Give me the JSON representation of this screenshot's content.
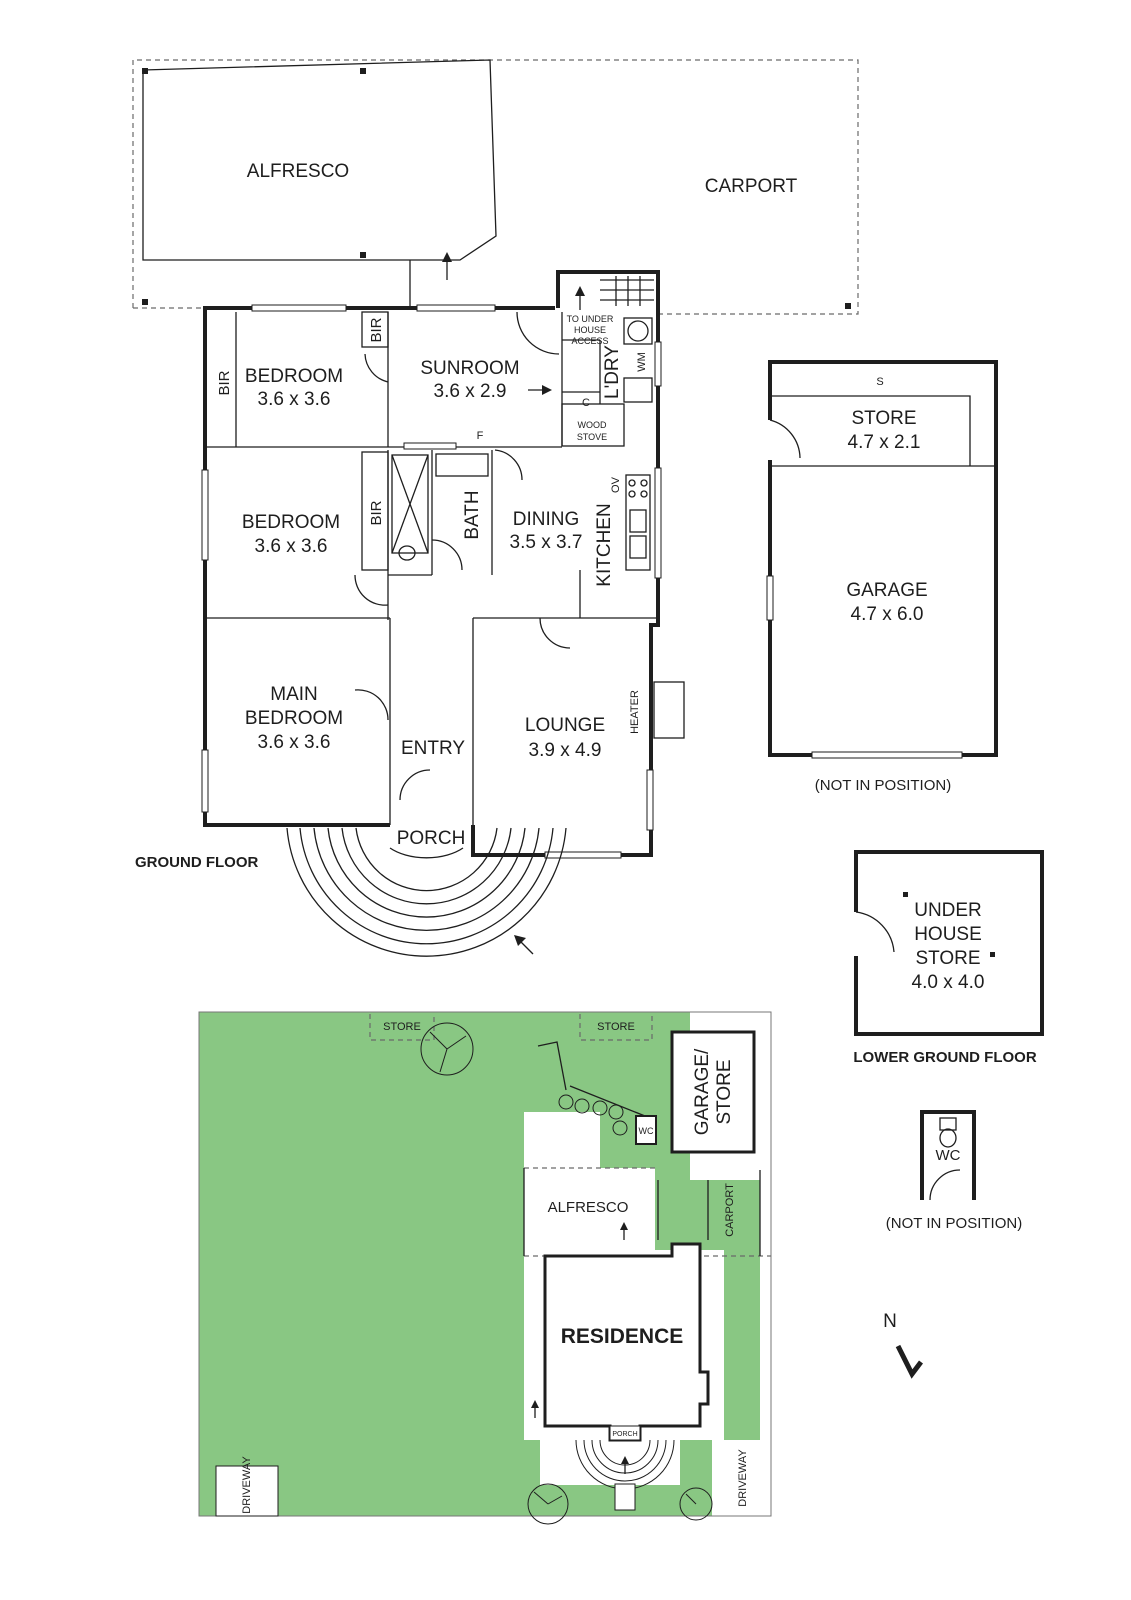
{
  "ground_floor": {
    "title": "GROUND FLOOR",
    "alfresco": "ALFRESCO",
    "carport": "CARPORT",
    "bedroom1": {
      "name": "BEDROOM",
      "size": "3.6 x 3.6"
    },
    "bedroom2": {
      "name": "BEDROOM",
      "size": "3.6 x 3.6"
    },
    "main_bedroom": {
      "line1": "MAIN",
      "line2": "BEDROOM",
      "size": "3.6 x 3.6"
    },
    "sunroom": {
      "name": "SUNROOM",
      "size": "3.6 x 2.9"
    },
    "dining": {
      "name": "DINING",
      "size": "3.5 x 3.7"
    },
    "lounge": {
      "name": "LOUNGE",
      "size": "3.9 x 4.9"
    },
    "entry": "ENTRY",
    "porch": "PORCH",
    "bath": "BATH",
    "kitchen": "KITCHEN",
    "laundry": "L'DRY",
    "bir": "BIR",
    "wm": "WM",
    "ov": "OV",
    "c": "C",
    "f": "F",
    "wood_stove": [
      "WOOD",
      "STOVE"
    ],
    "under_house_access": [
      "TO UNDER",
      "HOUSE",
      "ACCESS"
    ],
    "heater": "HEATER"
  },
  "outbuildings": {
    "store": {
      "name": "STORE",
      "size": "4.7 x 2.1",
      "s": "S"
    },
    "garage": {
      "name": "GARAGE",
      "size": "4.7 x 6.0"
    },
    "not_in_position_1": "(NOT IN POSITION)",
    "not_in_position_2": "(NOT IN POSITION)",
    "wc": "WC"
  },
  "lower_ground_floor": {
    "title": "LOWER GROUND FLOOR",
    "under_house_store": [
      "UNDER",
      "HOUSE",
      "STORE"
    ],
    "size": "4.0 x 4.0"
  },
  "site_plan": {
    "store_left": "STORE",
    "store_right": "STORE",
    "garage_store": [
      "GARAGE/",
      "STORE"
    ],
    "wc": "WC",
    "alfresco": "ALFRESCO",
    "carport": "CARPORT",
    "residence": "RESIDENCE",
    "porch": "PORCH",
    "driveway_left": "DRIVEWAY",
    "driveway_right": "DRIVEWAY",
    "lawn_color": "#89c783",
    "north": "N"
  }
}
